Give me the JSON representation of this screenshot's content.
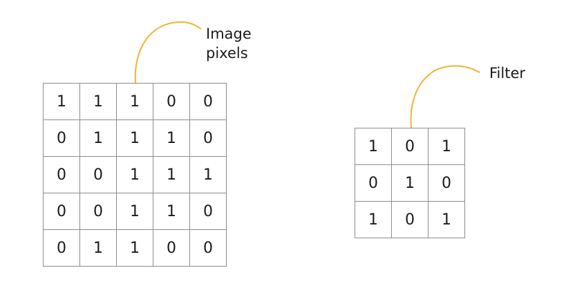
{
  "image_label": {
    "line1": "Image",
    "line2": "pixels"
  },
  "filter_label": "Filter",
  "image_pixels": [
    [
      "1",
      "1",
      "1",
      "0",
      "0"
    ],
    [
      "0",
      "1",
      "1",
      "1",
      "0"
    ],
    [
      "0",
      "0",
      "1",
      "1",
      "1"
    ],
    [
      "0",
      "0",
      "1",
      "1",
      "0"
    ],
    [
      "0",
      "1",
      "1",
      "0",
      "0"
    ]
  ],
  "filter": [
    [
      "1",
      "0",
      "1"
    ],
    [
      "0",
      "1",
      "0"
    ],
    [
      "1",
      "0",
      "1"
    ]
  ],
  "colors": {
    "connector": "#f2b233",
    "grid_border": "#8c8c8c"
  }
}
